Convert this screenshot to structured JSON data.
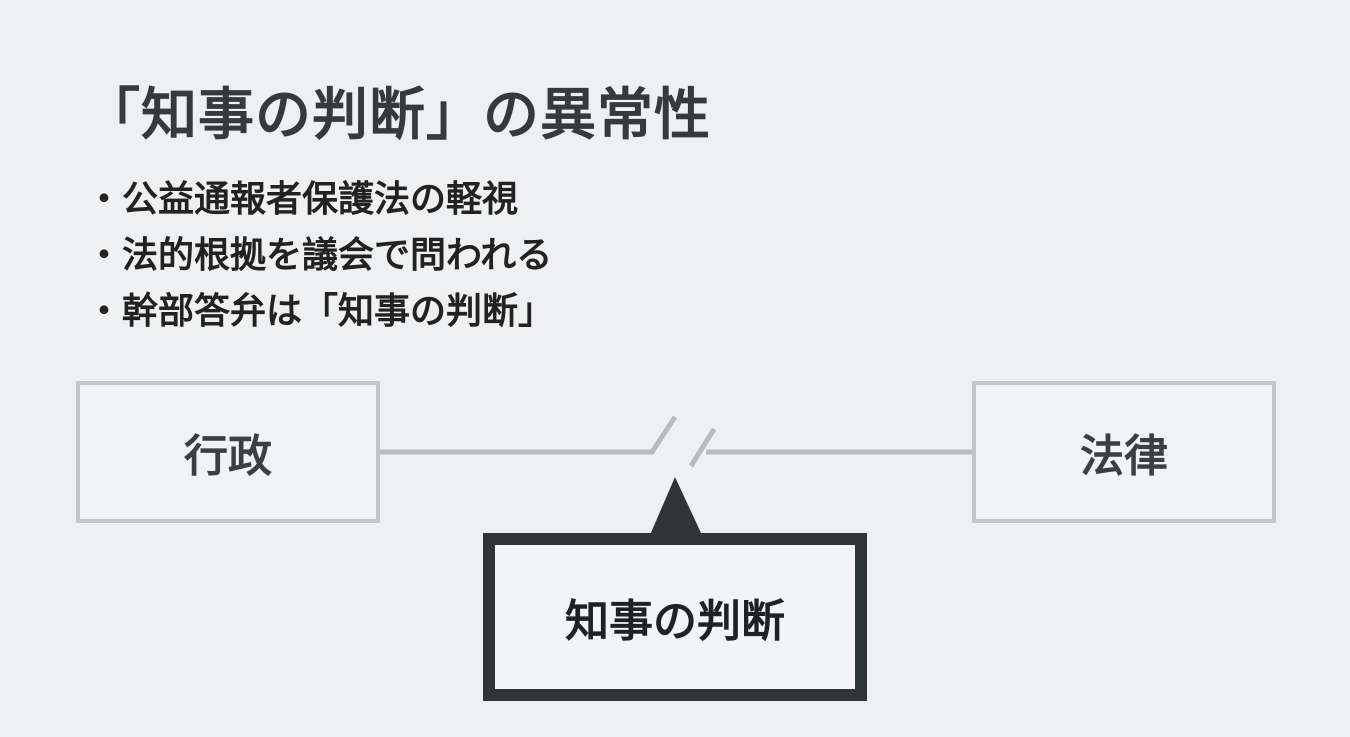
{
  "title": "「知事の判断」の異常性",
  "bullets": [
    "公益通報者保護法の軽視",
    "法的根拠を議会で問われる",
    "幹部答弁は「知事の判断」"
  ],
  "diagram": {
    "left_box": "行政",
    "right_box": "法律",
    "center_box": "知事の判断"
  },
  "colors": {
    "background": "#eef0f2",
    "line": "#b9bbbc",
    "dark": "#2f3537"
  }
}
